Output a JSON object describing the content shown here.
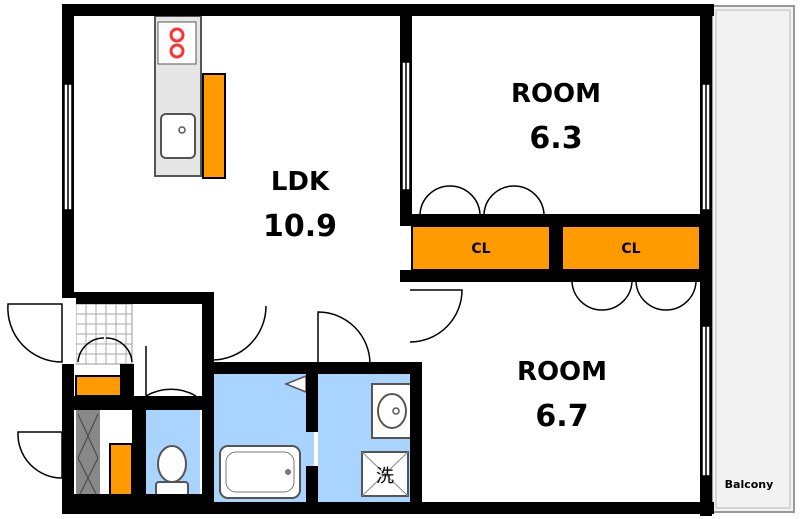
{
  "rooms": {
    "ldk": {
      "name": "LDK",
      "size": "10.9"
    },
    "room_top": {
      "name": "ROOM",
      "size": "6.3"
    },
    "room_bottom": {
      "name": "ROOM",
      "size": "6.7"
    }
  },
  "closets": {
    "left": "CL",
    "right": "CL"
  },
  "balcony": "Balcony",
  "washer_mark": "洗",
  "colors": {
    "wall": "#000000",
    "closet": "#ff9a00",
    "wet_area": "#a8d4ff",
    "stove": "#ff3333",
    "balcony_fill": "#f2f2f2"
  }
}
